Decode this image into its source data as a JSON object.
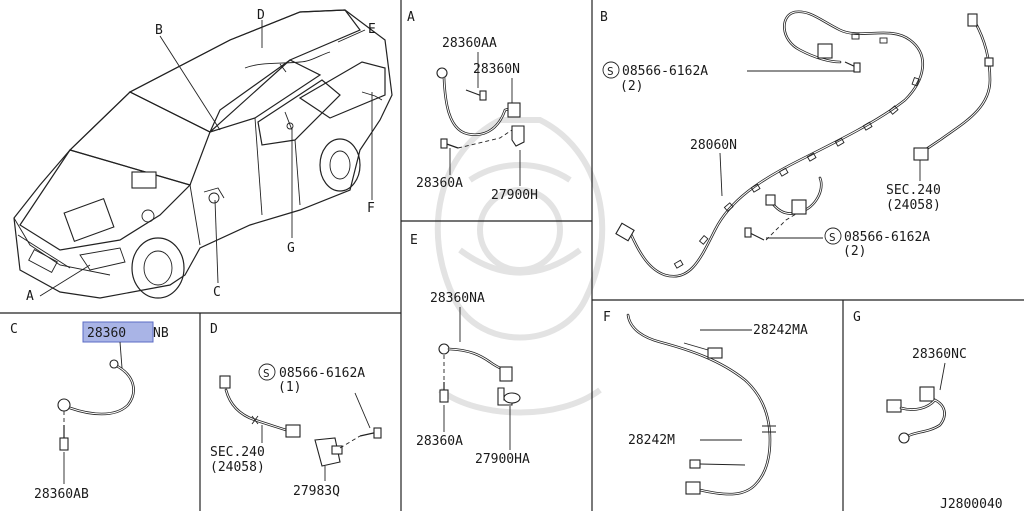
{
  "diagram": {
    "sections": {
      "A": {
        "letter": "A",
        "parts": [
          "28360AA",
          "28360N",
          "28360A",
          "27900H"
        ]
      },
      "B": {
        "letter": "B",
        "parts": [
          "08566-6162A",
          "(2)",
          "28060N",
          "SEC.240",
          "(24058)",
          "08566-6162A",
          "(2)"
        ]
      },
      "C": {
        "letter": "C",
        "highlight_part": "28360",
        "highlight_suffix": "NB",
        "parts": [
          "28360AB"
        ]
      },
      "D": {
        "letter": "D",
        "parts": [
          "08566-6162A",
          "(1)",
          "SEC.240",
          "(24058)",
          "27983Q"
        ]
      },
      "E": {
        "letter": "E",
        "parts": [
          "28360NA",
          "28360A",
          "27900HA"
        ]
      },
      "F": {
        "letter": "F",
        "parts": [
          "28242MA",
          "28242M"
        ]
      },
      "G": {
        "letter": "G",
        "parts": [
          "28360NC"
        ]
      }
    },
    "vehicle_callouts": [
      "A",
      "B",
      "C",
      "D",
      "E",
      "F",
      "G"
    ],
    "screw_symbol": "S",
    "drawing_number": "J2800040",
    "colors": {
      "line": "#222222",
      "highlight_fill": "#a9b4e6",
      "highlight_border": "#5b6bc4"
    }
  }
}
